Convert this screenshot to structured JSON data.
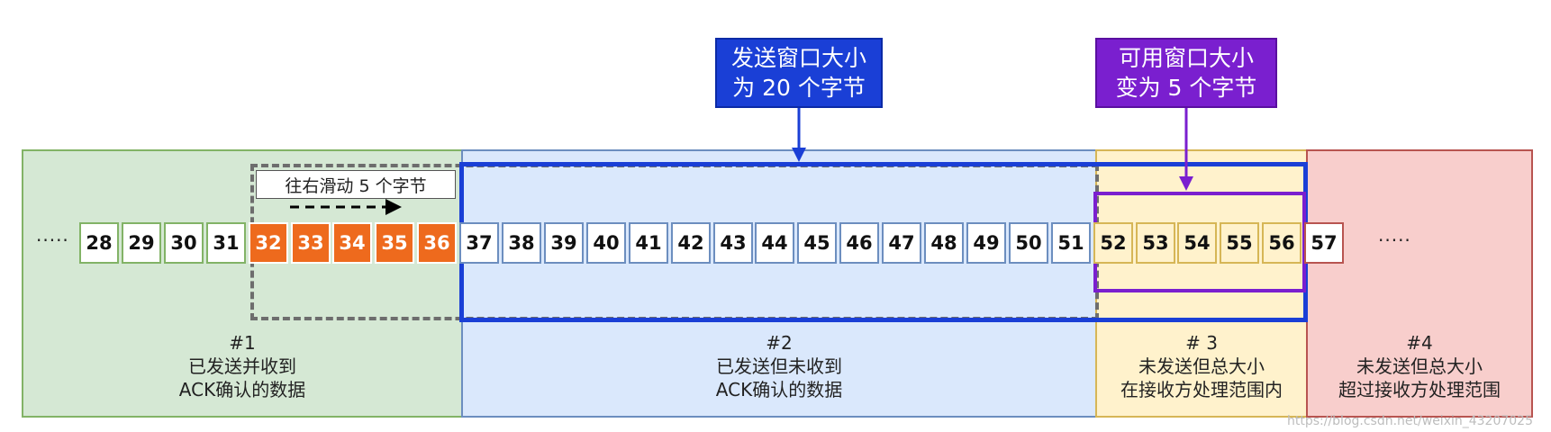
{
  "regions": {
    "r1": {
      "label1": "#1",
      "label2": "已发送并收到",
      "label3": "ACK确认的数据"
    },
    "r2": {
      "label1": "#2",
      "label2": "已发送但未收到",
      "label3": "ACK确认的数据"
    },
    "r3": {
      "label1": "# 3",
      "label2": "未发送但总大小",
      "label3": "在接收方处理范围内"
    },
    "r4": {
      "label1": "#4",
      "label2": "未发送但总大小",
      "label3": "超过接收方处理范围"
    }
  },
  "callouts": {
    "send_window": {
      "line1": "发送窗口大小",
      "line2": "为 20 个字节"
    },
    "usable_window": {
      "line1": "可用窗口大小",
      "line2": "变为 5 个字节"
    }
  },
  "slide_label": "往右滑动 5  个字节",
  "ellipsis_left": "·····",
  "ellipsis_right": "·····",
  "cells": [
    "28",
    "29",
    "30",
    "31",
    "32",
    "33",
    "34",
    "35",
    "36",
    "37",
    "38",
    "39",
    "40",
    "41",
    "42",
    "43",
    "44",
    "45",
    "46",
    "47",
    "48",
    "49",
    "50",
    "51",
    "52",
    "53",
    "54",
    "55",
    "56",
    "57"
  ],
  "watermark": "https://blog.csdn.net/weixin_43207025",
  "colors": {
    "green_bg": "#d5e8d4",
    "green_border": "#82b366",
    "blue_bg": "#dae8fc",
    "blue_border": "#6c8ebf",
    "yellow_bg": "#fff2cc",
    "yellow_border": "#d6b656",
    "red_bg": "#f8cecc",
    "red_border": "#b85450",
    "orange_cell": "#ee6a1d",
    "send_window_blue": "#1a3fd6",
    "usable_purple": "#7a1fcf"
  }
}
